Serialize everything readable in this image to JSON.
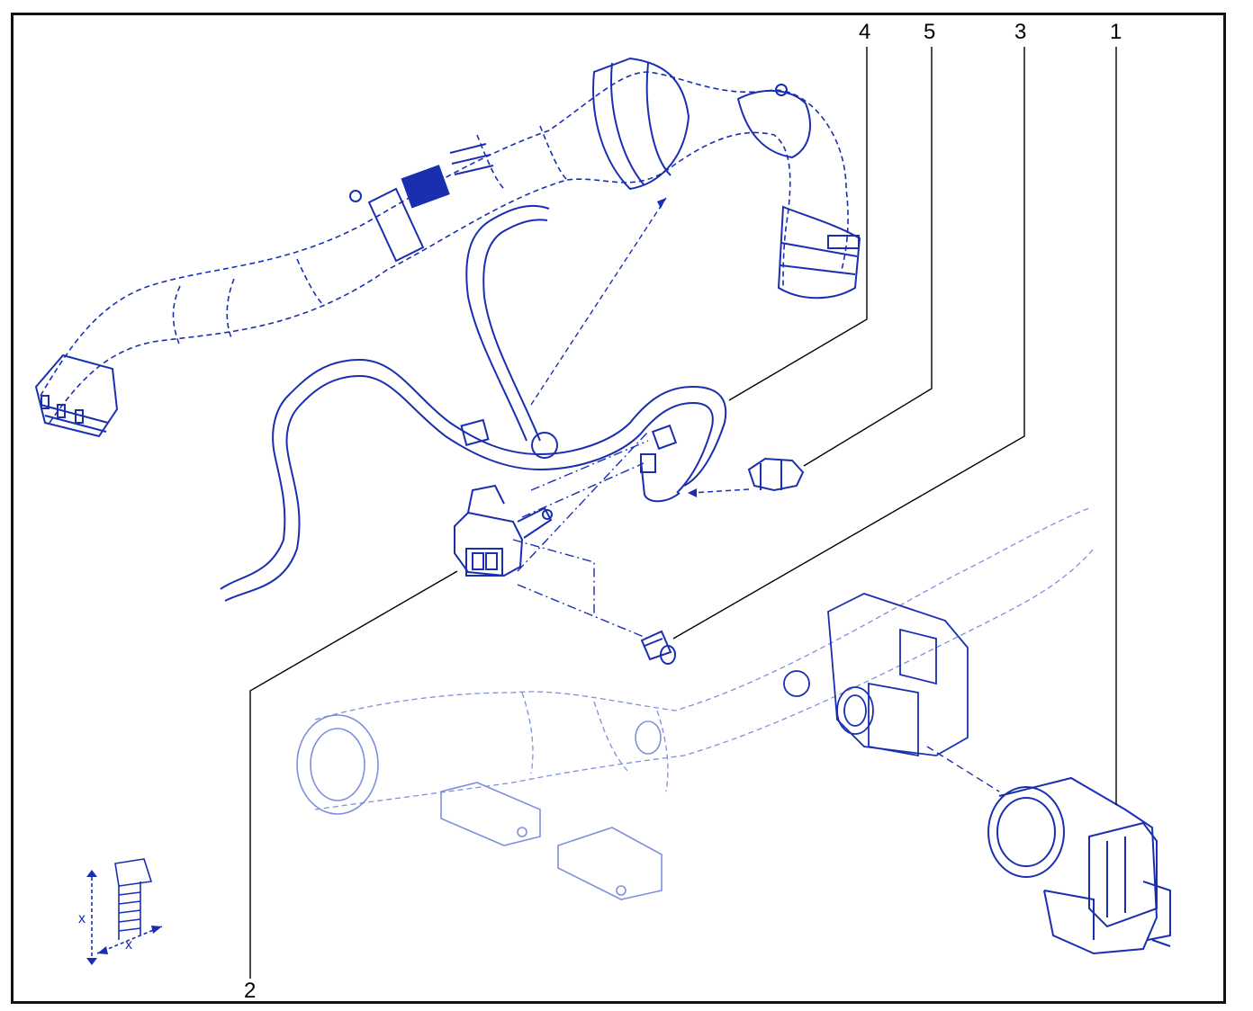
{
  "diagram": {
    "callouts": {
      "c1": "1",
      "c2": "2",
      "c3": "3",
      "c4": "4",
      "c5": "5"
    },
    "bolt_dimension_labels": {
      "vertical": "x",
      "horizontal": "x"
    },
    "colors": {
      "line_art": "#1a2fb0",
      "line_art_light": "#7f8fdd",
      "leader_lines": "#000000",
      "frame": "#111111"
    }
  }
}
